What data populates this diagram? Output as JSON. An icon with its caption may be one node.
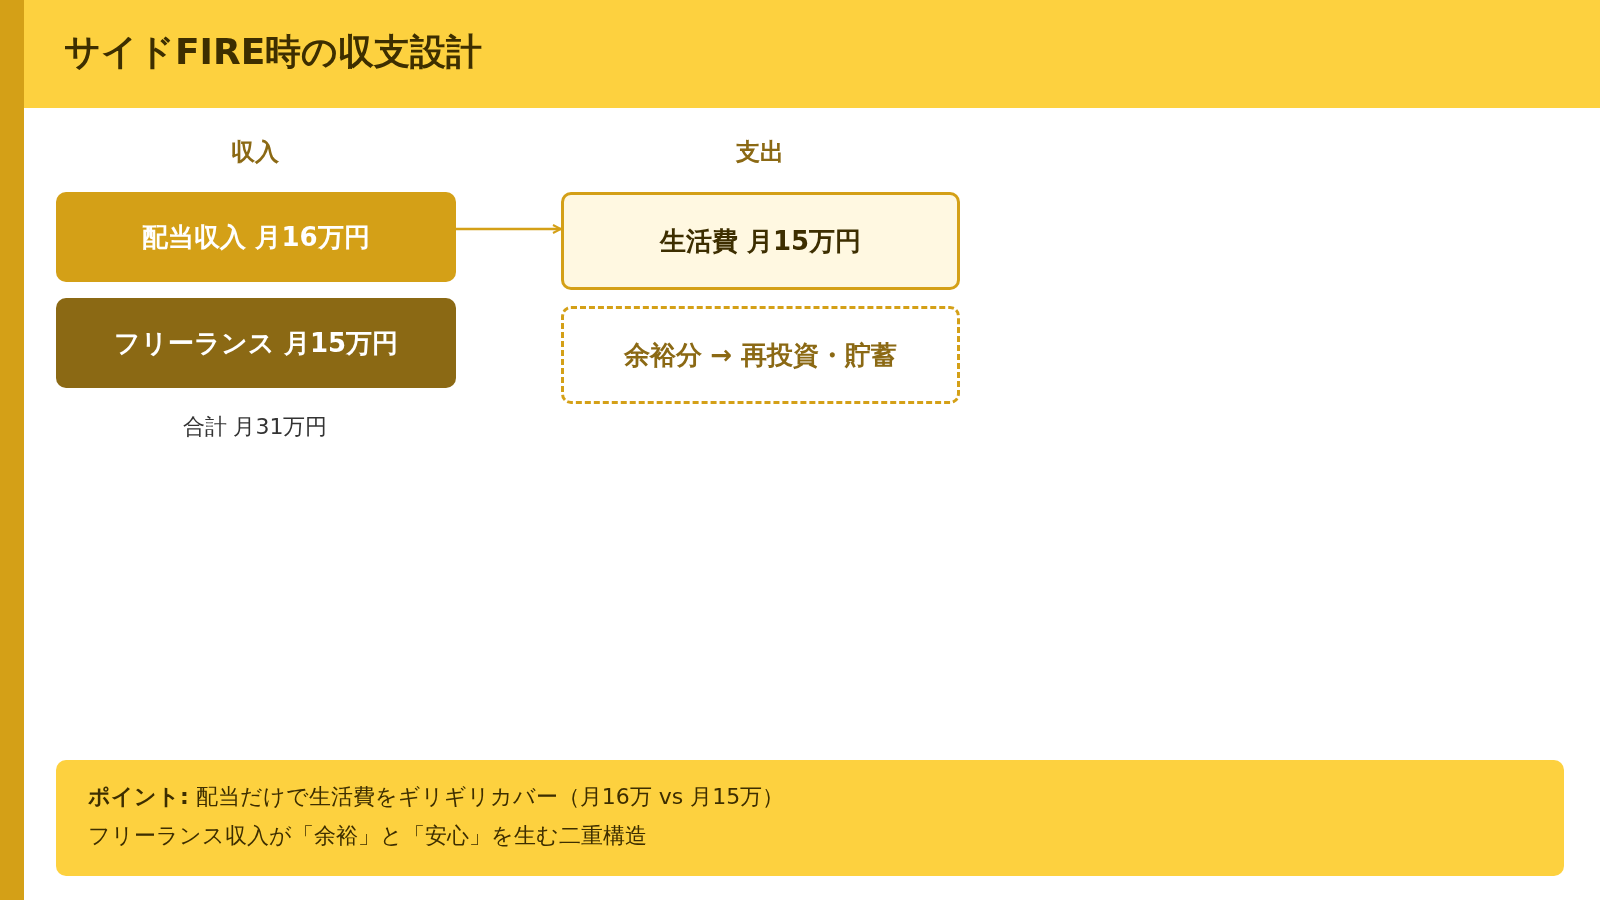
{
  "diagram": {
    "title": "サイドFIRE時の収支設計",
    "nodes": [
      {
        "text": [
          "配当収入 月16万円"
        ]
      },
      {
        "text": [
          "フリーランス 月15万円"
        ]
      },
      {
        "text": [
          "生活費 月15万円"
        ]
      },
      {
        "text": [
          "余裕分 → 再投資・貯蓄"
        ]
      },
      {
        "text": [
          "**ポイント:** 配当だけで生活費をギリギリカバー（月16万 vs 月15万）",
          "フリーランス収入が「余裕」と「安心」を生む二重構造"
        ]
      }
    ],
    "edges": [
      {
        "from": 0,
        "to": 2,
        "arrow": "to"
      }
    ],
    "labels": [
      "収入",
      "支出",
      "合計 月31万円"
    ]
  }
}
